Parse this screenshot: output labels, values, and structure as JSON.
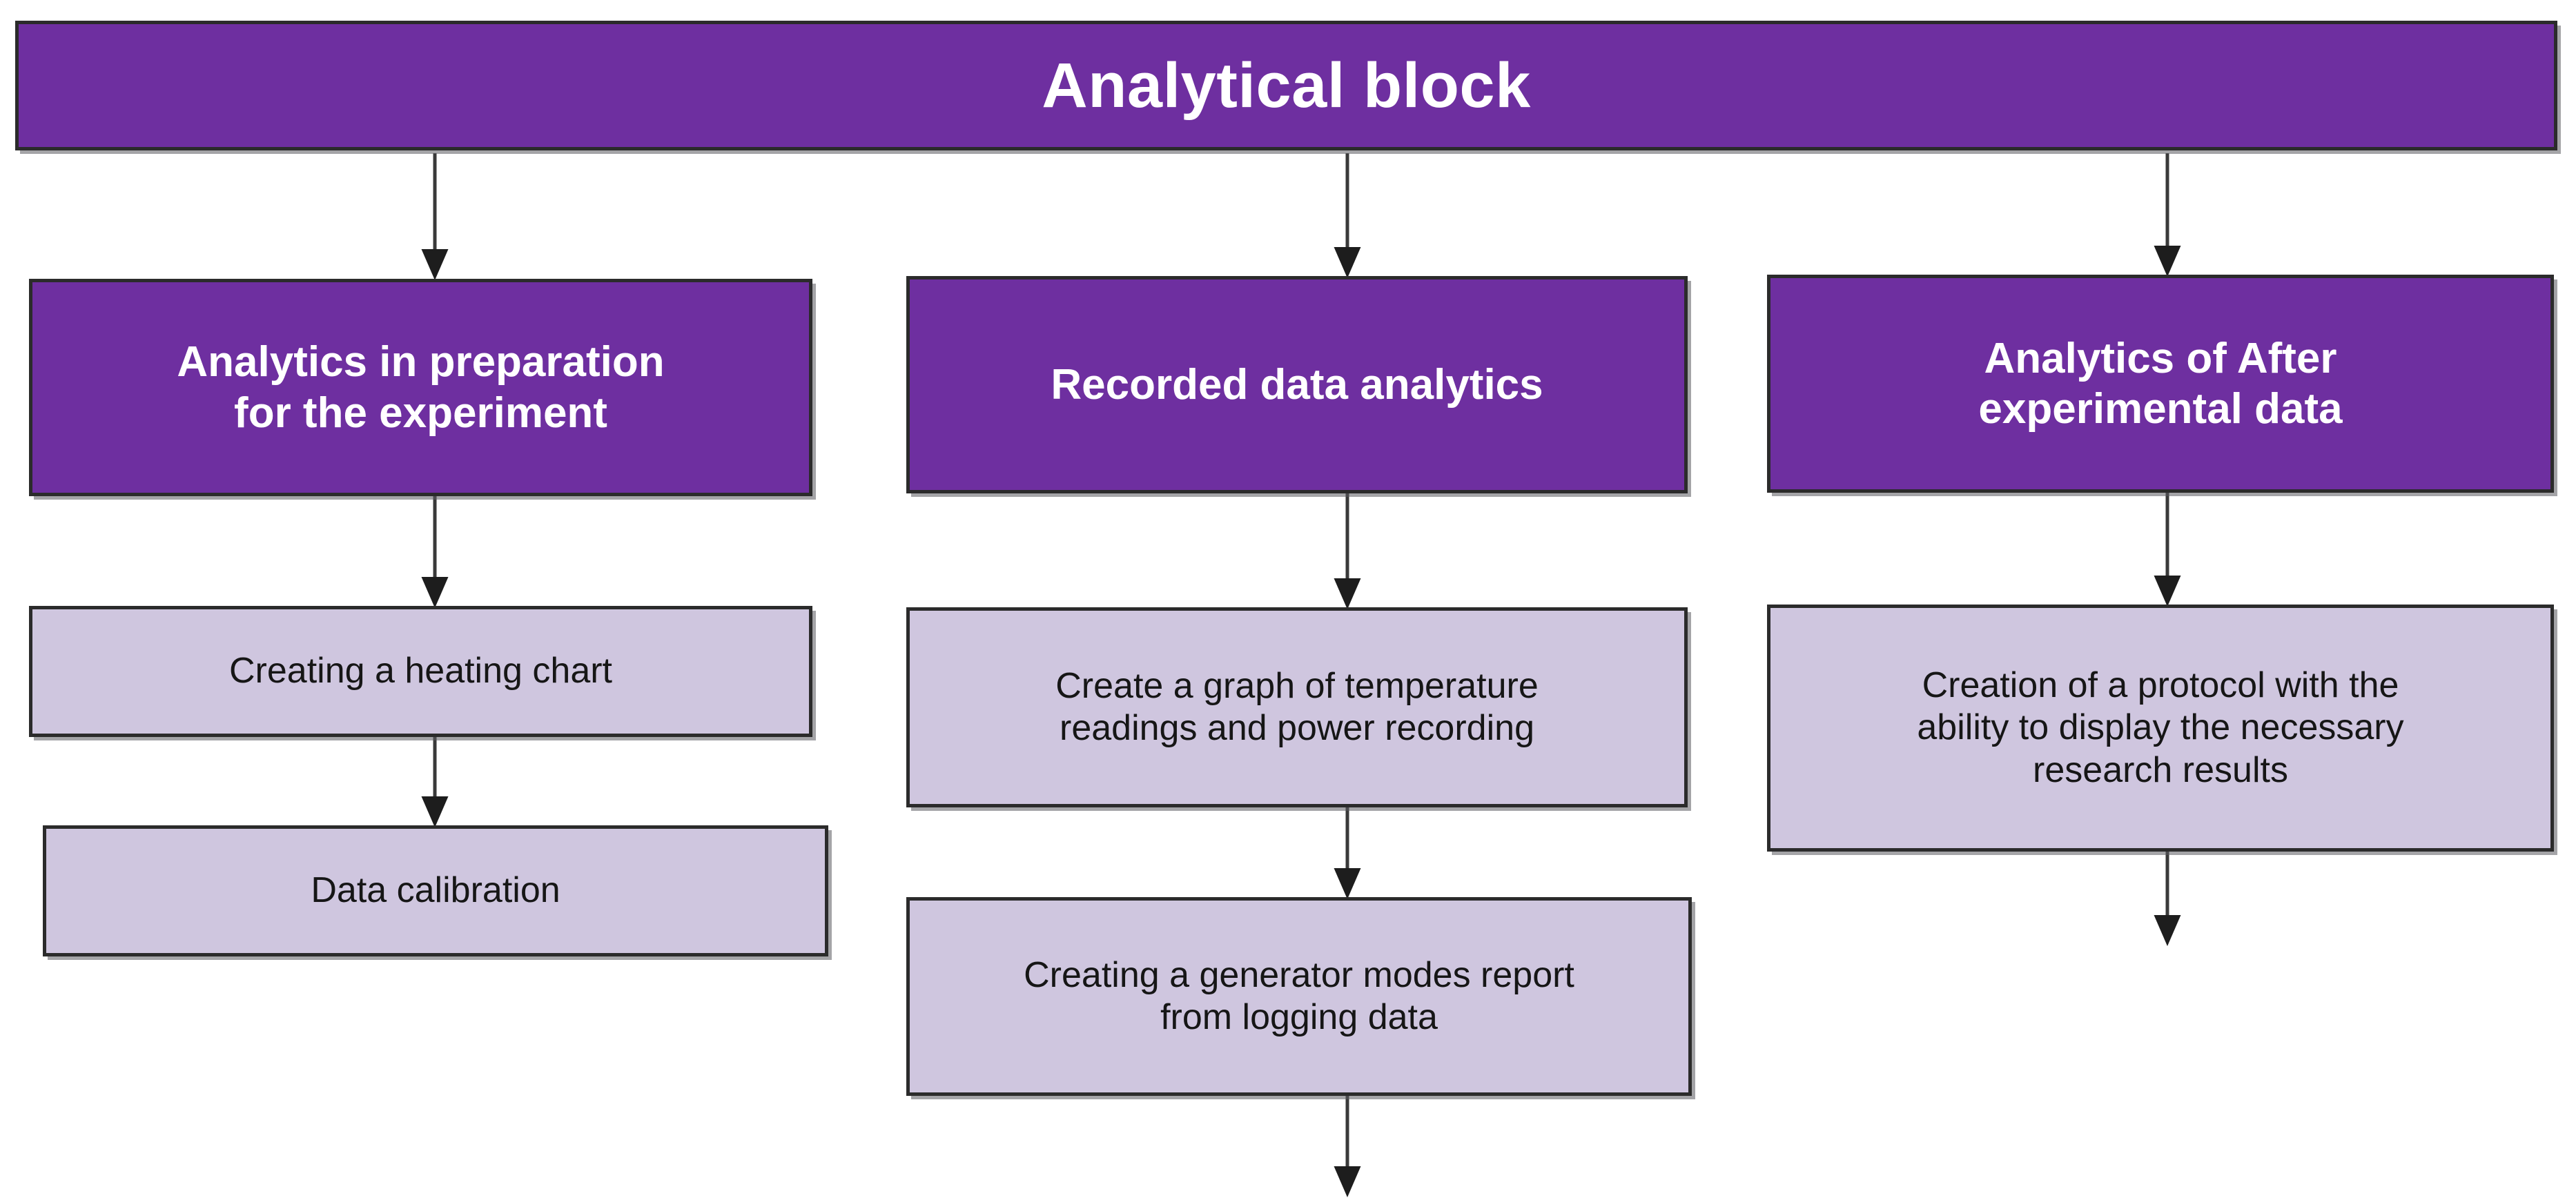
{
  "diagram": {
    "title": "Analytical block",
    "orientation": "top-down",
    "colors": {
      "primary_fill": "#6E2FA0",
      "primary_text": "#FFFFFF",
      "secondary_fill": "#CFC6DF",
      "secondary_text": "#161616",
      "border": "#2B2B2B",
      "connector": "#3A3A3A",
      "background": "#FFFFFF"
    },
    "header": {
      "label": "Analytical block"
    },
    "branches": [
      {
        "id": "branch-preparation",
        "header_label": "Analytics in preparation\nfor the experiment",
        "steps": [
          {
            "id": "step-heating-chart",
            "label": "Creating a heating chart"
          },
          {
            "id": "step-data-calibration",
            "label": "Data calibration"
          }
        ],
        "trailing_arrow": false
      },
      {
        "id": "branch-recorded-data",
        "header_label": "Recorded data analytics",
        "steps": [
          {
            "id": "step-temperature-graph",
            "label": "Create a graph of temperature\nreadings and power recording"
          },
          {
            "id": "step-generator-report",
            "label": "Creating a generator modes report\nfrom logging data"
          }
        ],
        "trailing_arrow": true
      },
      {
        "id": "branch-after-experiment",
        "header_label": "Analytics of After\nexperimental data",
        "steps": [
          {
            "id": "step-protocol-creation",
            "label": "Creation of a protocol with the\nability to display the necessary\nresearch results"
          }
        ],
        "trailing_arrow": true
      }
    ]
  }
}
